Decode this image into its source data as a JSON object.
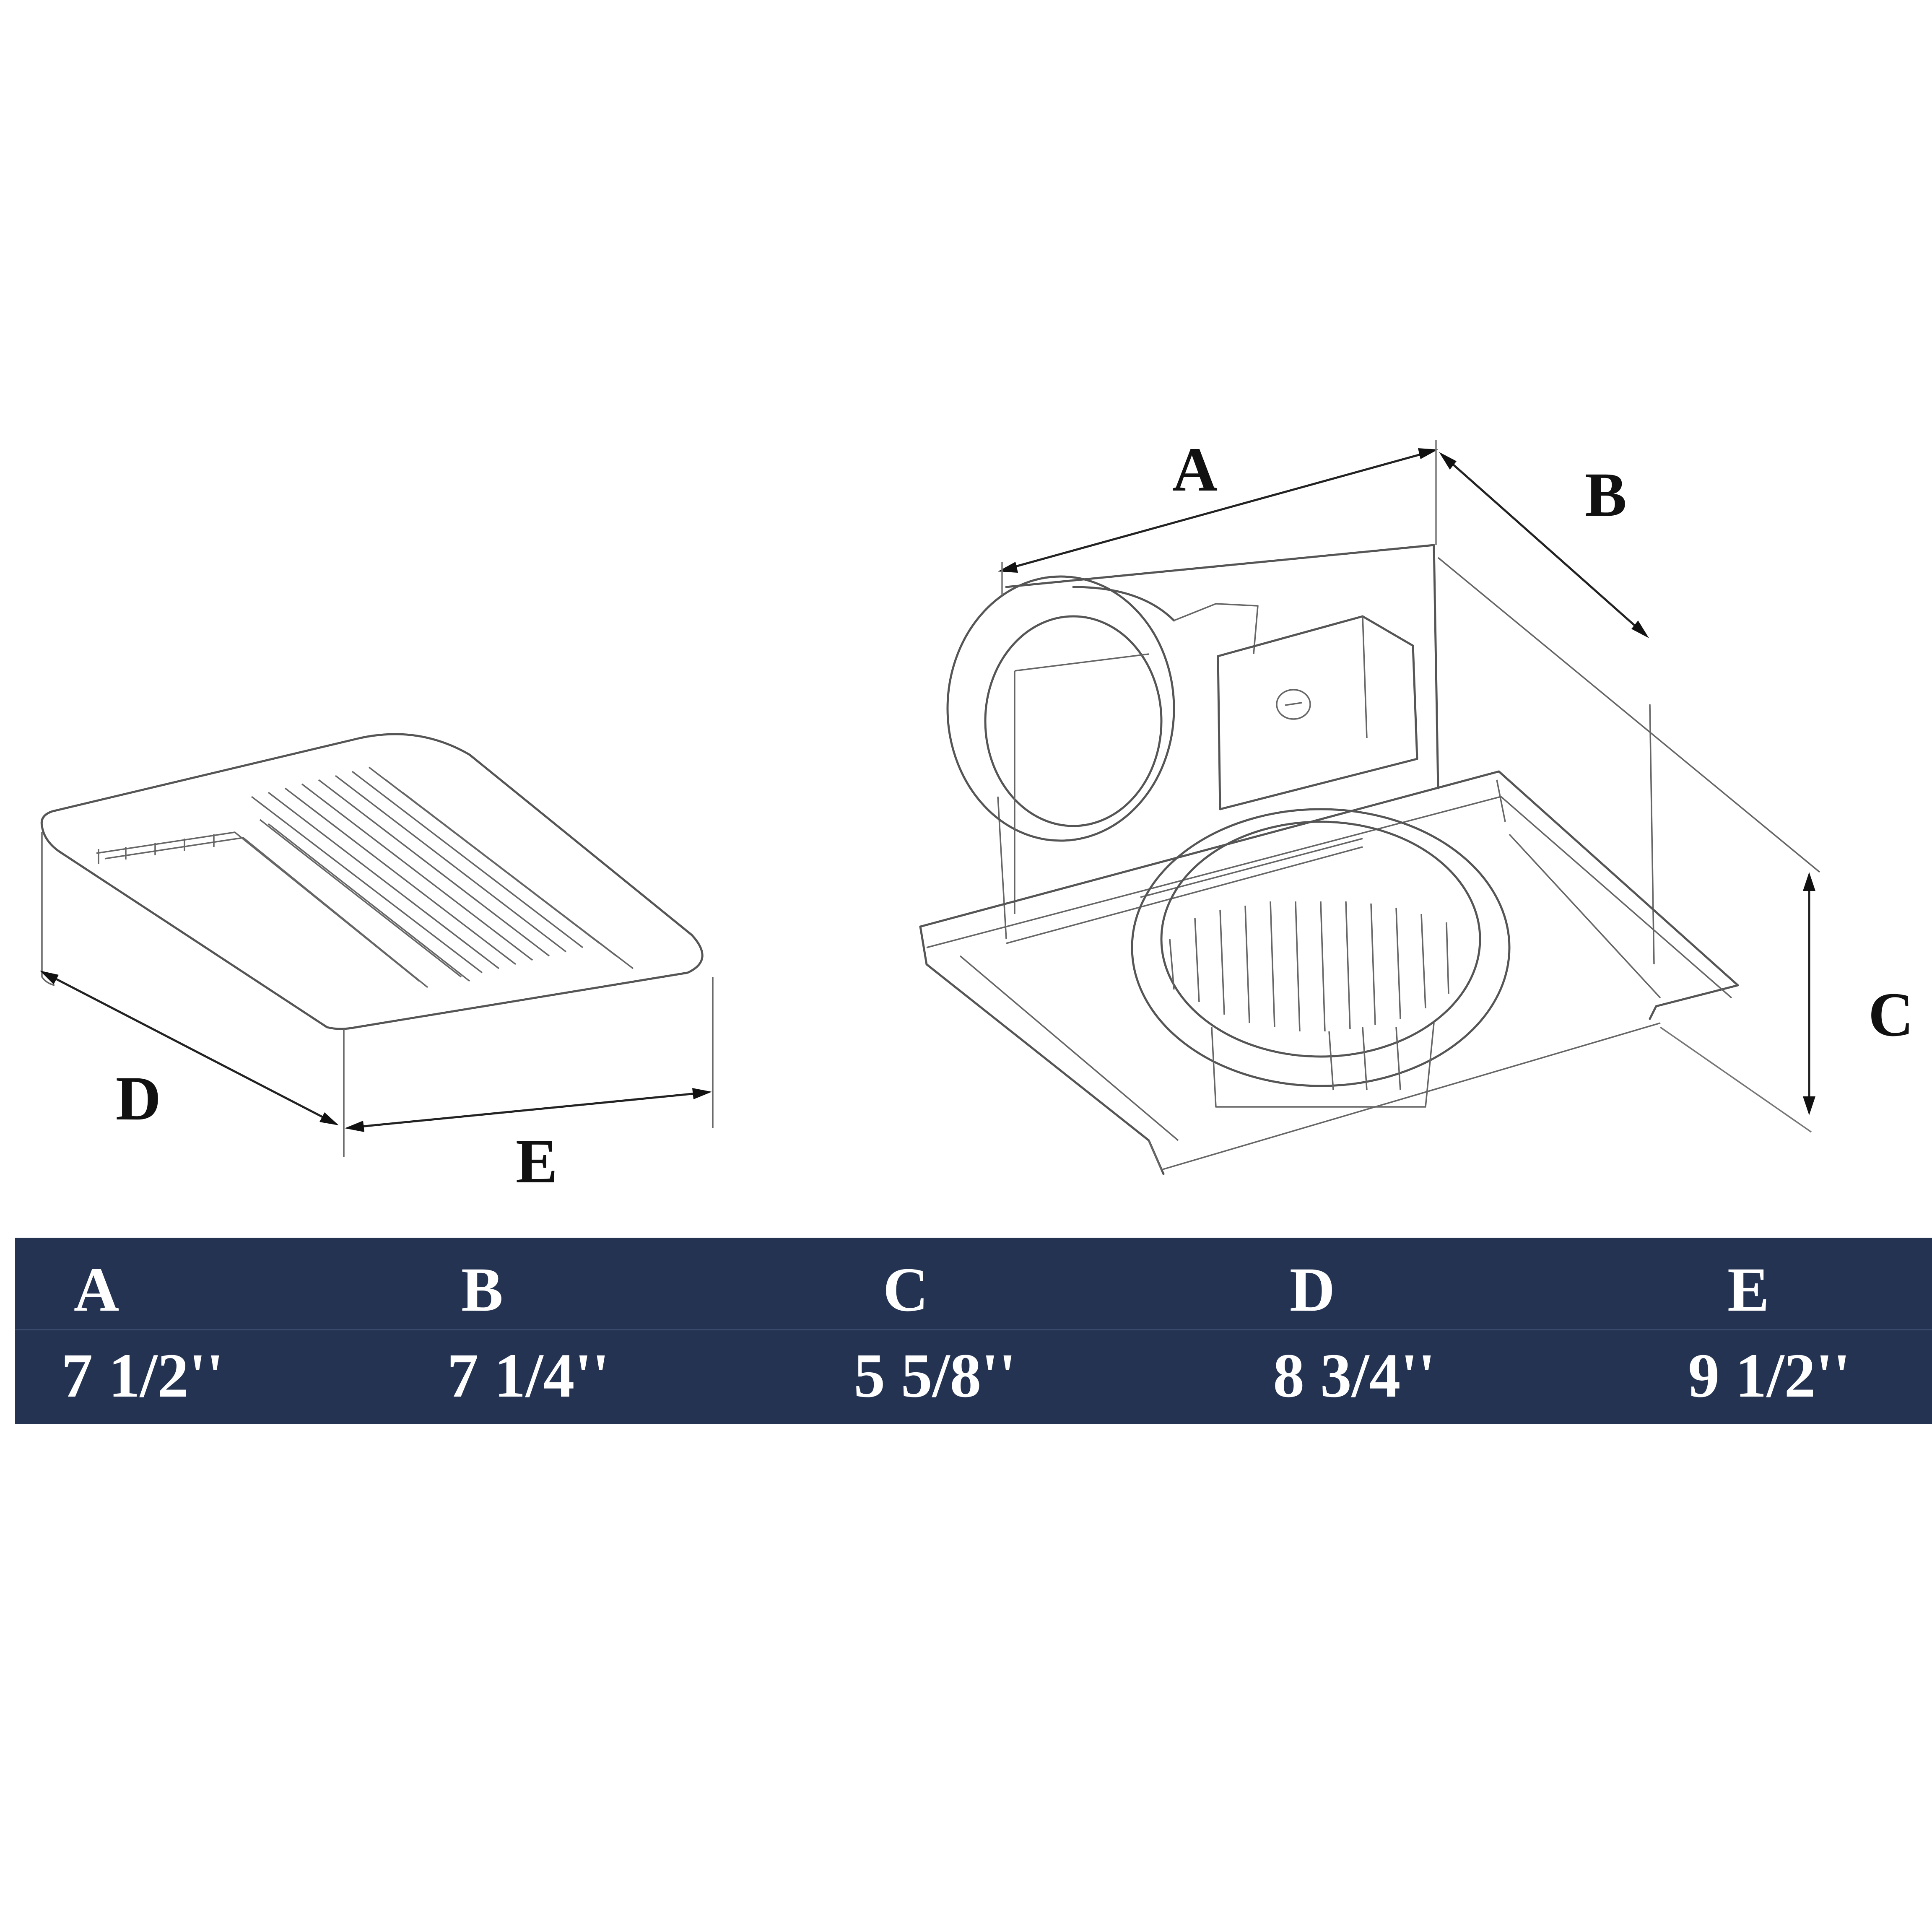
{
  "diagram": {
    "grille_labels": {
      "depth": "D",
      "width": "E"
    },
    "housing_labels": {
      "length": "A",
      "width": "B",
      "height": "C"
    }
  },
  "table": {
    "headers": [
      "A",
      "B",
      "C",
      "D",
      "E"
    ],
    "values": [
      "7 1/2''",
      "7 1/4''",
      "5 5/8''",
      "8 3/4''",
      "9 1/2''"
    ]
  },
  "colors": {
    "band": "#243352",
    "text": "#ffffff",
    "line": "#555555"
  }
}
